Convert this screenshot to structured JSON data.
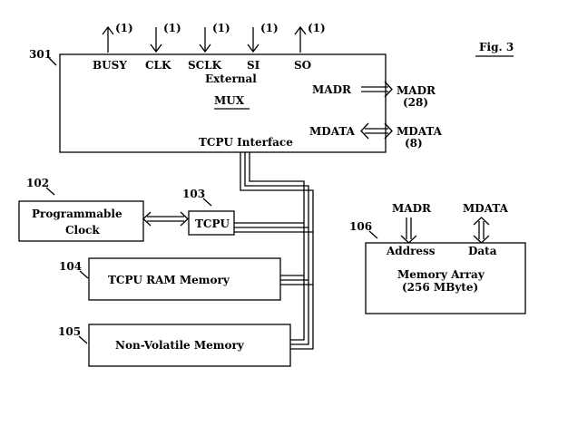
{
  "figure": {
    "label": "Fig. 3"
  },
  "interface_block": {
    "ref": "301",
    "signals": {
      "busy": "BUSY",
      "clk": "CLK",
      "sclk": "SCLK",
      "si": "SI",
      "so": "SO",
      "busy_width": "(1)",
      "clk_width": "(1)",
      "sclk_width": "(1)",
      "si_width": "(1)",
      "so_width": "(1)"
    },
    "mux_label_1": "External",
    "mux_label_2": "MUX",
    "title": "TCPU Interface",
    "madr_port": "MADR",
    "mdata_port": "MDATA",
    "madr_out": "MADR",
    "madr_width": "(28)",
    "mdata_out": "MDATA",
    "mdata_width": "(8)"
  },
  "clock_block": {
    "ref": "102",
    "line1": "Programmable",
    "line2": "Clock"
  },
  "tcpu_block": {
    "ref": "103",
    "label": "TCPU"
  },
  "ram_block": {
    "ref": "104",
    "label": "TCPU RAM Memory"
  },
  "nvm_block": {
    "ref": "105",
    "label": "Non-Volatile Memory"
  },
  "memory_array": {
    "ref": "106",
    "madr_in": "MADR",
    "mdata_io": "MDATA",
    "address_label": "Address",
    "data_label": "Data",
    "line1": "Memory Array",
    "line2": "(256 MByte)"
  }
}
